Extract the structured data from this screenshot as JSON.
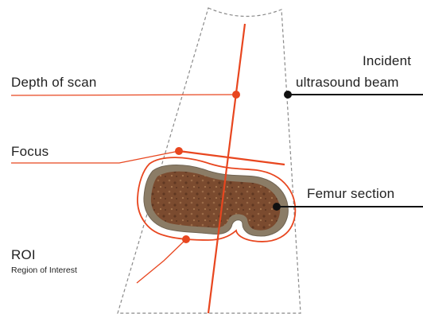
{
  "labels": {
    "depth_of_scan": "Depth of scan",
    "focus": "Focus",
    "roi": "ROI",
    "roi_subtitle": "Region of Interest",
    "incident_line1": "Incident",
    "incident_line2": "ultrasound beam",
    "femur_section": "Femur section"
  },
  "colors": {
    "accent": "#e8461f",
    "pointer": "#111111",
    "scan_outline": "#8a8a8a",
    "bone_outer": "#8b7c66",
    "bone_inner": "#7a4a2e",
    "text": "#222222"
  },
  "icons": {
    "bone": "femur-cross-section",
    "pointer_dot": "dot"
  }
}
